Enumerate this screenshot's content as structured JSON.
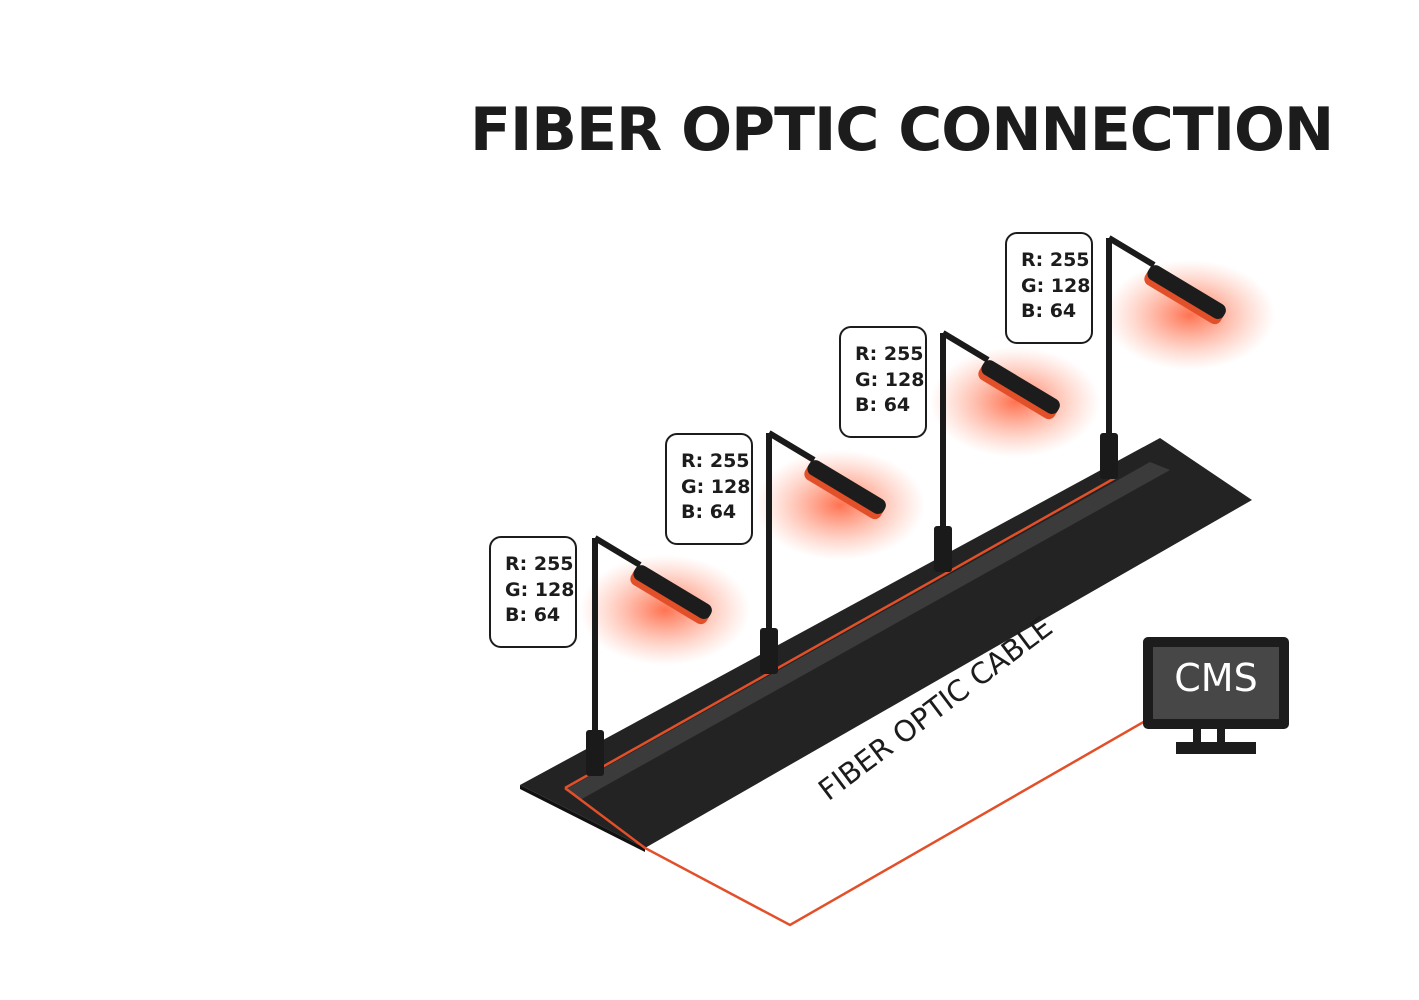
{
  "title": "FIBER OPTIC CONNECTION",
  "cms_label": "CMS",
  "cable_label": "FIBER OPTIC CABLE",
  "colors": {
    "accent": "#e2502a",
    "glow": "#ff6a45",
    "dark": "#1c1c1c",
    "ground": "#232323"
  },
  "lamps": [
    {
      "r": "R: 255",
      "g": "G: 128",
      "b": "B: 64"
    },
    {
      "r": "R: 255",
      "g": "G: 128",
      "b": "B: 64"
    },
    {
      "r": "R: 255",
      "g": "G: 128",
      "b": "B: 64"
    },
    {
      "r": "R: 255",
      "g": "G: 128",
      "b": "B: 64"
    }
  ]
}
